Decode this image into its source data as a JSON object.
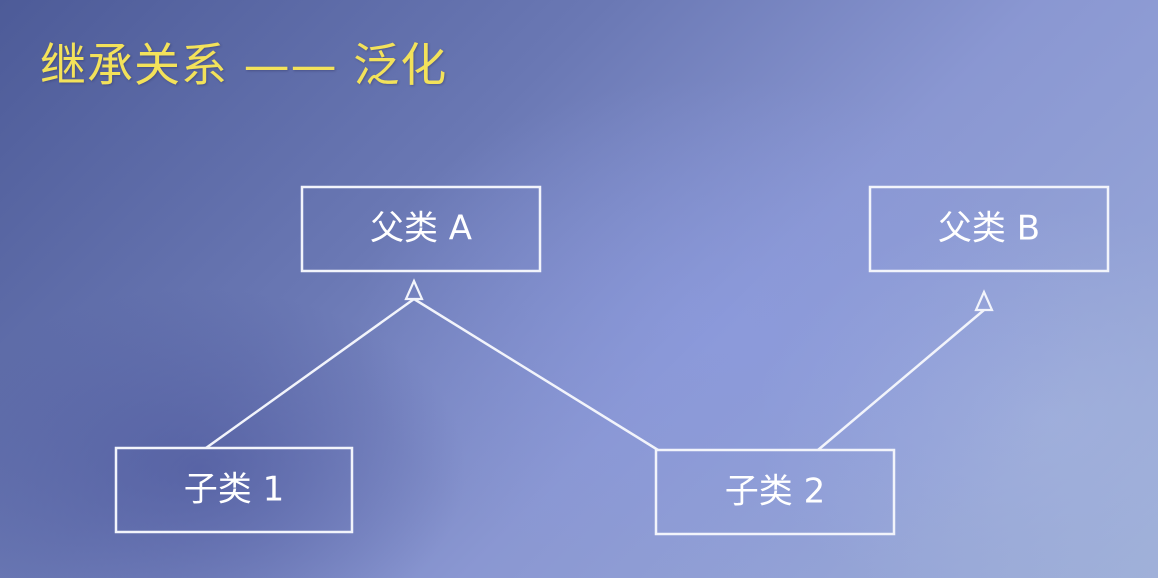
{
  "title": "继承关系 —— 泛化",
  "diagram": {
    "nodes": [
      {
        "id": "parent-a",
        "label": "父类 A"
      },
      {
        "id": "parent-b",
        "label": "父类 B"
      },
      {
        "id": "child-1",
        "label": "子类 1"
      },
      {
        "id": "child-2",
        "label": "子类 2"
      }
    ],
    "edges": [
      {
        "from": "child-1",
        "to": "parent-a",
        "type": "generalization"
      },
      {
        "from": "child-2",
        "to": "parent-a",
        "type": "generalization"
      },
      {
        "from": "child-2",
        "to": "parent-b",
        "type": "generalization"
      }
    ]
  },
  "colors": {
    "title": "#f3e25a",
    "stroke": "#f2f4fb",
    "text": "#ffffff"
  }
}
